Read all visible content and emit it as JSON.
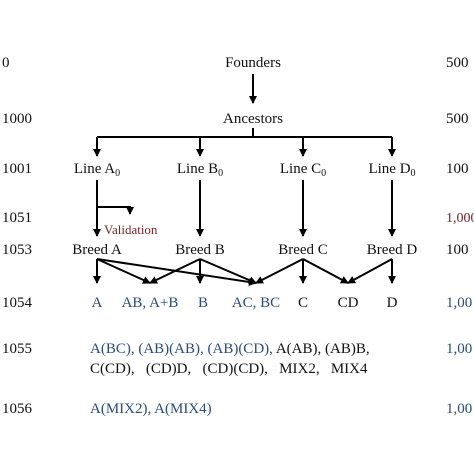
{
  "generations": [
    "0",
    "1000",
    "1001",
    "1051",
    "1053",
    "1054",
    "1055",
    "1056"
  ],
  "right_column": [
    "500",
    "500",
    "100",
    "1,000",
    "100",
    "1,00",
    "1,00",
    "1,00"
  ],
  "nodes": {
    "founders": "Founders",
    "ancestors": "Ancestors",
    "lines": [
      {
        "base": "Line A",
        "sub": "0"
      },
      {
        "base": "Line B",
        "sub": "0"
      },
      {
        "base": "Line C",
        "sub": "0"
      },
      {
        "base": "Line D",
        "sub": "0"
      }
    ],
    "validation": "Validation",
    "breeds": [
      "Breed A",
      "Breed B",
      "Breed C",
      "Breed D"
    ]
  },
  "crosses_1054": [
    "A",
    "AB, A+B",
    "B",
    "AC, BC",
    "C",
    "CD",
    "D"
  ],
  "crosses_1055": {
    "line1": "A(BC), (AB)(AB), (AB)(CD),",
    "line1_black": "A(AB), (AB)B,",
    "line2": "C(CD),   (CD)D,   (CD)(CD),   MIX2,   MIX4"
  },
  "crosses_1056": "A(MIX2), A(MIX4)",
  "colors": {
    "text": "#111111",
    "blue": "#2a4c7a",
    "red": "#7a2222",
    "line": "#000000"
  }
}
